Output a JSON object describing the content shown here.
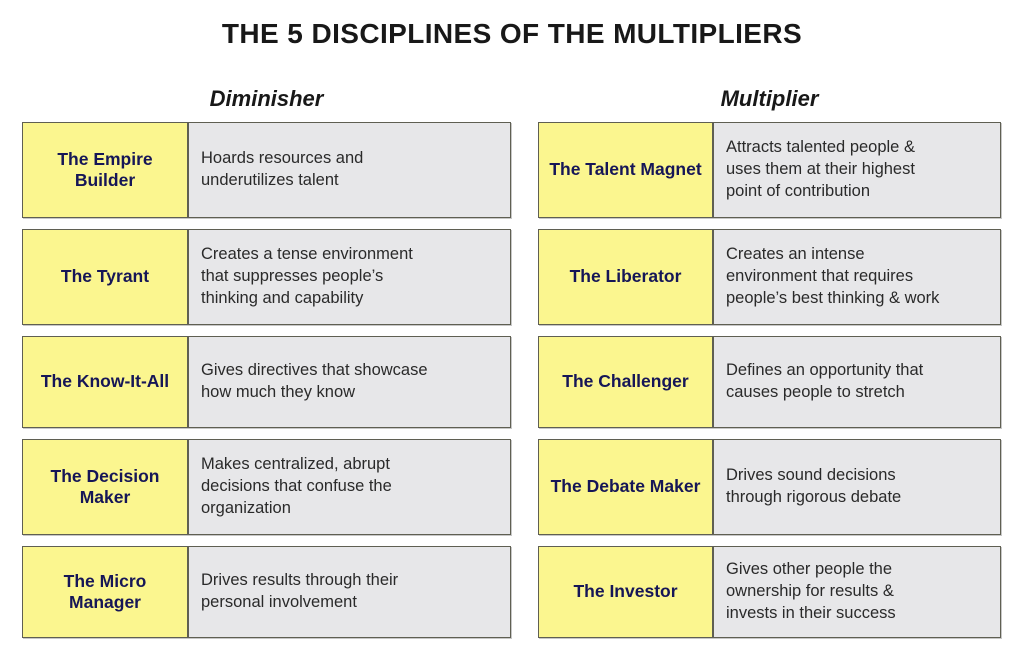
{
  "title": "THE 5 DISCIPLINES OF THE MULTIPLIERS",
  "columns": {
    "left_header": "Diminisher",
    "right_header": "Multiplier"
  },
  "colors": {
    "name_cell_background": "#fbf68f",
    "description_cell_background": "#e7e7e9",
    "name_text": "#161657",
    "description_text": "#2a2a2a",
    "border": "#5f5f52",
    "page_background": "#ffffff"
  },
  "diminishers": [
    {
      "name": "The Empire\nBuilder",
      "description": "Hoards resources and\nunderutilizes talent"
    },
    {
      "name": "The\nTyrant",
      "description": "Creates a tense environment\nthat suppresses people’s\nthinking and capability"
    },
    {
      "name": "The\nKnow-It-All",
      "description": "Gives directives that showcase\nhow much they know"
    },
    {
      "name": "The Decision\nMaker",
      "description": "Makes centralized, abrupt\ndecisions that confuse the\norganization"
    },
    {
      "name": "The Micro\nManager",
      "description": "Drives results through their\npersonal involvement"
    }
  ],
  "multipliers": [
    {
      "name": "The Talent\nMagnet",
      "description": "Attracts talented people &\nuses them at their highest\npoint of contribution"
    },
    {
      "name": "The\nLiberator",
      "description": "Creates an intense\nenvironment that requires\npeople’s best thinking & work"
    },
    {
      "name": "The\nChallenger",
      "description": "Defines an opportunity that\ncauses  people to stretch"
    },
    {
      "name": "The Debate\nMaker",
      "description": "Drives sound decisions\nthrough rigorous debate"
    },
    {
      "name": "The\nInvestor",
      "description": "Gives other people the\nownership for results &\ninvests in their success"
    }
  ]
}
